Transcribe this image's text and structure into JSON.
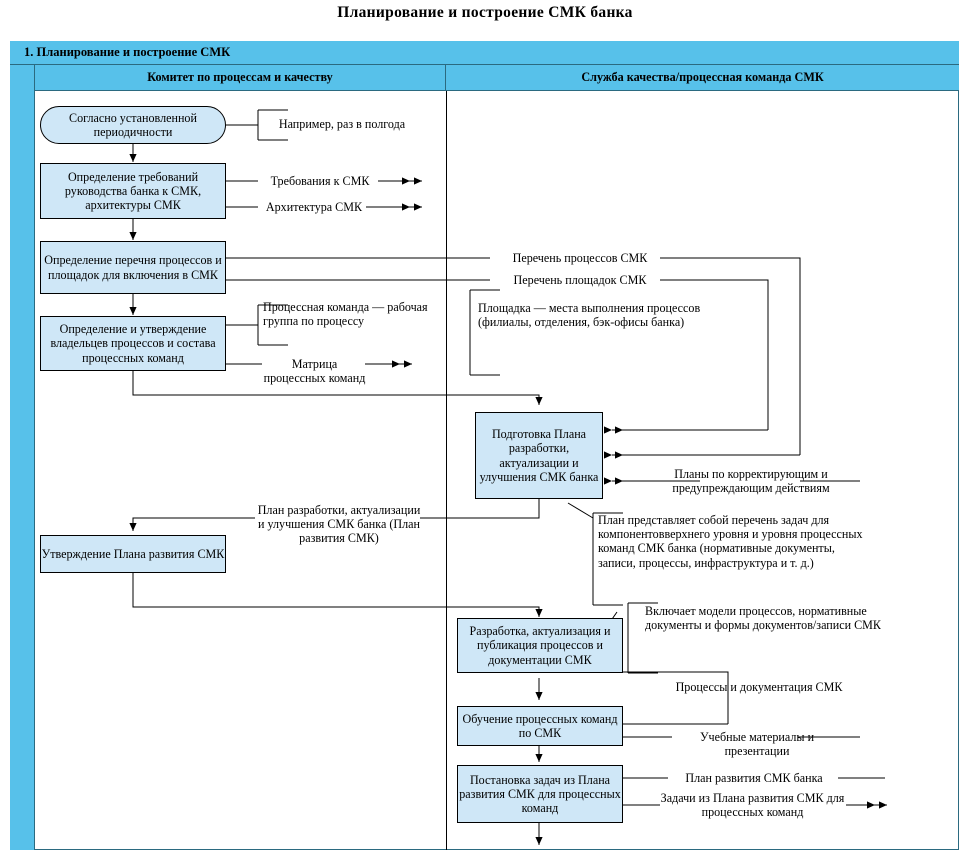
{
  "page": {
    "title": "Планирование и построение СМК банка"
  },
  "section": {
    "header": "1. Планирование и построение СМК"
  },
  "lanes": [
    {
      "id": "committee",
      "label": "Комитет по процессам и качеству"
    },
    {
      "id": "quality-service",
      "label": "Служба качества/процессная команда СМК"
    }
  ],
  "colors": {
    "lane_header": "#57c1ea",
    "node_fill": "#cfe7f7",
    "frame_border": "#2b6a80",
    "line": "#000000",
    "page_bg": "#ffffff"
  },
  "nodes": {
    "start": "Согласно установленной периодичности",
    "requirements": "Определение требований руководства банка к СМК, архитектуры СМК",
    "process_list": "Определение перечня процессов и площадок для включения в СМК",
    "owners": "Определение и утверждение владельцев процессов и состава процессных команд",
    "plan_prep": "Подготовка Плана разработки, актуализации и улучшения СМК банка",
    "plan_approve": "Утверждение Плана развития СМК",
    "develop": "Разработка, актуализация и публикация процессов и документации СМК",
    "training": "Обучение процессных команд по СМК",
    "tasks": "Постановка задач из Плана развития СМК для процессных команд"
  },
  "notes": {
    "periodicity": "Например, раз в полгода",
    "req_smk": "Требования к СМК",
    "architecture": "Архитектура СМК",
    "process_list_out": "Перечень процессов СМК",
    "site_list_out": "Перечень площадок СМК",
    "site_definition": "Площадка — места выполнения процессов (филиалы, отделения, бэк-офисы банка)",
    "process_team_def": "Процессная команда — рабочая группа по процессу",
    "team_matrix": "Матрица процессных команд",
    "corrective_plans": "Планы по корректирующим и предупреждающим действиям",
    "plan_label": "План разработки, актуализации и улучшения СМК банка (План развития СМК)",
    "plan_description": "План представляет собой перечень задач для компонентовверхнего уровня и уровня процессных команд СМК банка (нормативные документы, записи, процессы, инфраструктура и т. д.)",
    "develop_includes": "Включает модели процессов, нормативные документы и формы документов/записи СМК",
    "processes_docs": "Процессы и документация СМК",
    "training_materials": "Учебные материалы и презентации",
    "dev_plan_bank": "План развития СМК банка",
    "tasks_out": "Задачи из Плана развития СМК для процессных команд"
  }
}
